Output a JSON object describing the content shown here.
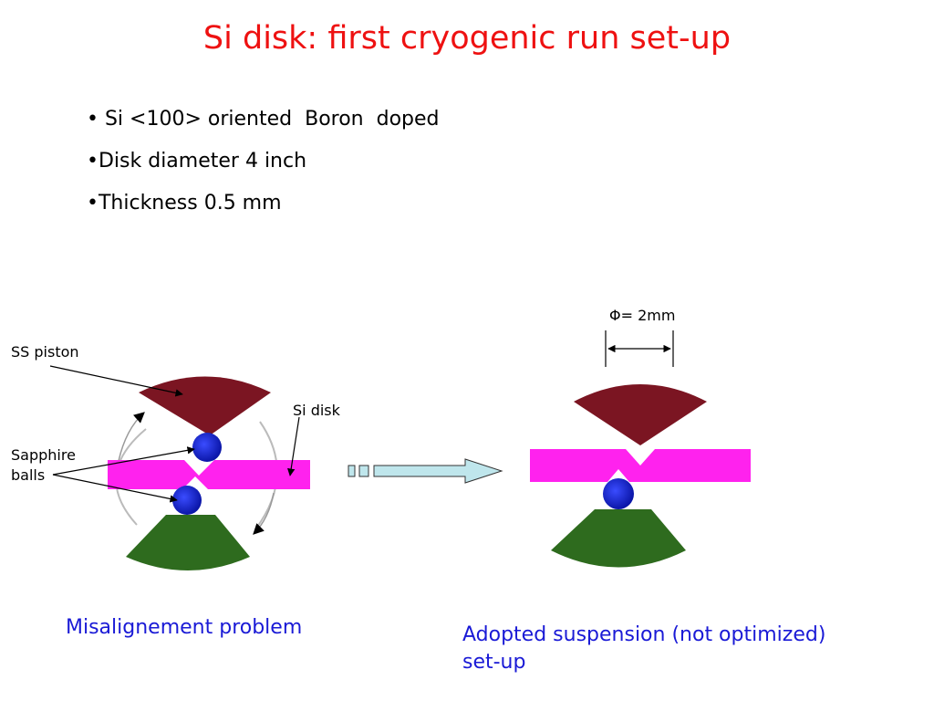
{
  "title": "Si disk: first cryogenic run set-up",
  "bullets": [
    "• Si <100> oriented  Boron  doped",
    "•Disk diameter 4 inch",
    "•Thickness 0.5 mm"
  ],
  "labels": {
    "ss_piston": "SS piston",
    "si_disk": "Si disk",
    "sapphire_line1": "Sapphire",
    "sapphire_line2": "balls",
    "phi": "Φ= 2mm"
  },
  "captions": {
    "left": "Misalignement problem",
    "right_line1": "Adopted suspension (not optimized)",
    "right_line2": "set-up"
  },
  "colors": {
    "title": "#ee1111",
    "caption": "#1a1ad6",
    "piston_top": "#7b1522",
    "piston_bottom": "#2e6b1e",
    "disk": "#ff22ee",
    "ball": "#1f2fd8",
    "arrow_fill": "#bfe6ec"
  }
}
